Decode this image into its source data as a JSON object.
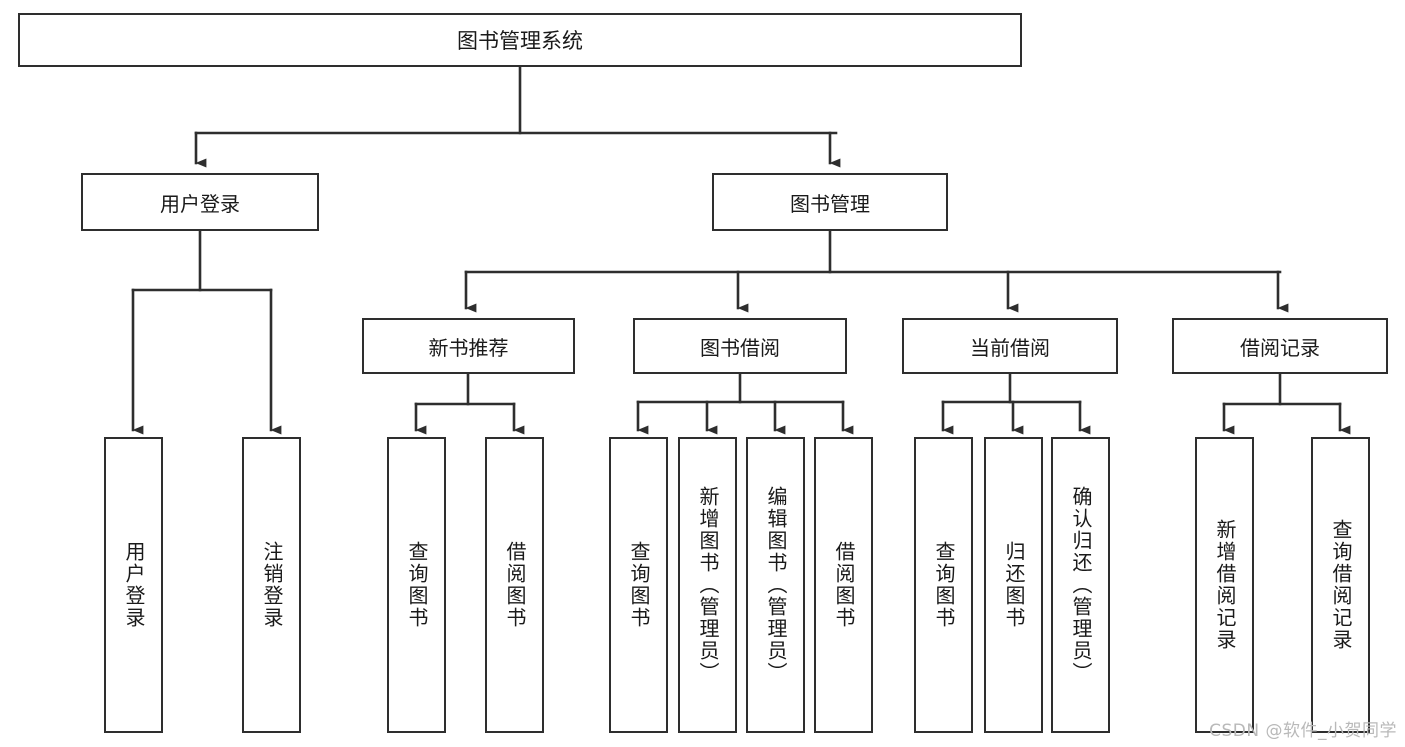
{
  "diagram": {
    "title": "图书管理系统",
    "type": "tree-hierarchy",
    "watermark": "CSDN @软件_小贺同学",
    "colors": {
      "stroke": "#2e2e2e",
      "fill": "#ffffff",
      "text": "#1a1a1a",
      "watermark": "#b9b9b9"
    },
    "root": {
      "label": "图书管理系统"
    },
    "level2": [
      {
        "id": "user-login",
        "label": "用户登录"
      },
      {
        "id": "book-management",
        "label": "图书管理"
      }
    ],
    "level3": [
      {
        "id": "new-book-recommend",
        "label": "新书推荐"
      },
      {
        "id": "book-borrow",
        "label": "图书借阅"
      },
      {
        "id": "current-borrow",
        "label": "当前借阅"
      },
      {
        "id": "borrow-record",
        "label": "借阅记录"
      }
    ],
    "leaves": {
      "user_login": [
        {
          "id": "leaf-user-login",
          "label": "用户登录"
        },
        {
          "id": "leaf-logout",
          "label": "注销登录"
        }
      ],
      "new_book_recommend": [
        {
          "id": "leaf-query-books-1",
          "label": "查询图书"
        },
        {
          "id": "leaf-borrow-books-1",
          "label": "借阅图书"
        }
      ],
      "book_borrow": [
        {
          "id": "leaf-query-books-2",
          "label": "查询图书"
        },
        {
          "id": "leaf-add-book",
          "label": "新增图书（管理员）"
        },
        {
          "id": "leaf-edit-book",
          "label": "编辑图书（管理员）"
        },
        {
          "id": "leaf-borrow-books-2",
          "label": "借阅图书"
        }
      ],
      "current_borrow": [
        {
          "id": "leaf-query-books-3",
          "label": "查询图书"
        },
        {
          "id": "leaf-return-book",
          "label": "归还图书"
        },
        {
          "id": "leaf-confirm-return",
          "label": "确认归还（管理员）"
        }
      ],
      "borrow_record": [
        {
          "id": "leaf-add-record",
          "label": "新增借阅记录"
        },
        {
          "id": "leaf-query-record",
          "label": "查询借阅记录"
        }
      ]
    }
  }
}
